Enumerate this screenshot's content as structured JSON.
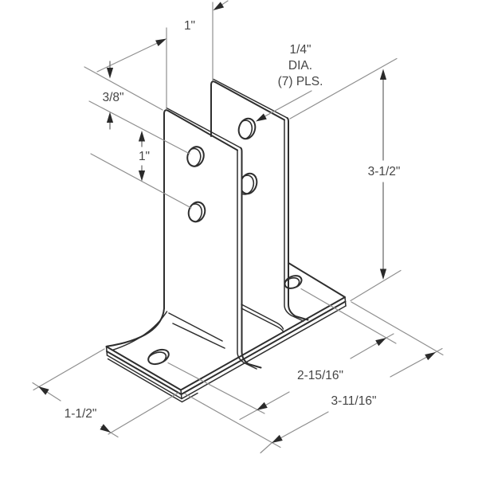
{
  "drawing": {
    "description": "Isometric technical drawing of a two-ear pilaster shoe bracket with flat base plate and seven drilled holes",
    "labels": {
      "top_gap": "1\"",
      "note_line1": "1/4\"",
      "note_line2": "DIA.",
      "note_line3": "(7) PLS.",
      "edge_offset": "3/8\"",
      "hole_spacing": "1\"",
      "ear_height": "3-1/2\"",
      "base_hole_spacing": "2-15/16\"",
      "base_length": "3-11/16\"",
      "base_width": "1-1/2\""
    },
    "colors": {
      "outline": "#2e2e2e",
      "dimension_line": "#8f8f8f",
      "text": "#454545",
      "background": "#ffffff"
    },
    "hole_count_note_value": 7
  }
}
